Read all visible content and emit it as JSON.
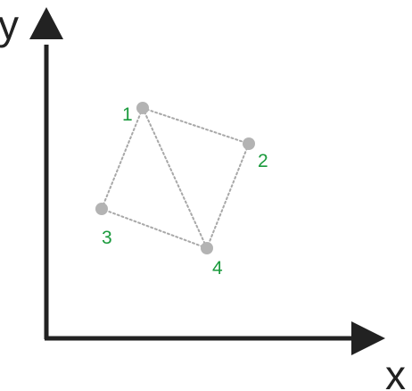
{
  "axes": {
    "x_label": "x",
    "y_label": "y",
    "color": "#222222"
  },
  "points": [
    {
      "label": "1"
    },
    {
      "label": "2"
    },
    {
      "label": "3"
    },
    {
      "label": "4"
    }
  ],
  "edges": [
    [
      "1",
      "2"
    ],
    [
      "2",
      "4"
    ],
    [
      "4",
      "3"
    ],
    [
      "3",
      "1"
    ],
    [
      "1",
      "4"
    ]
  ],
  "colors": {
    "point_fill": "#b3b3b3",
    "edge_stroke": "#a8a8a8",
    "label_text": "#1a9a3c"
  }
}
